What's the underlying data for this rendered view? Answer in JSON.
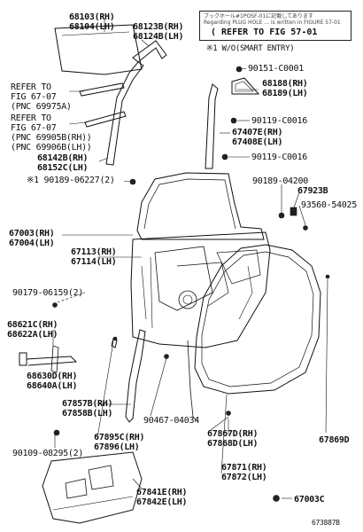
{
  "note": {
    "jp_line1": "ブックホール#1POSF-01に記載してあります",
    "jp_line2": "Regarding PLUG HOLE ... is written in FIGURE 57-01",
    "refer": "( REFER TO FIG 57-01",
    "wo_note": "※1 W/O(SMART ENTRY)"
  },
  "labels": {
    "p68103": "68103(RH)",
    "p68104": "68104(LH)",
    "p68123": "68123B(RH)",
    "p68124": "68124B(LH)",
    "refer1a": "REFER TO",
    "refer1b": "FIG 67-07",
    "refer1c": "(PNC 69975A)",
    "refer2a": "REFER TO",
    "refer2b": "FIG 67-07",
    "refer2c": "(PNC 69905B(RH))",
    "refer2d": "(PNC 69906B(LH))",
    "p68142": "68142B(RH)",
    "p68152": "68152C(LH)",
    "p90189_06227": "※1 90189-06227(2)",
    "p90151": "90151-C0001",
    "p68188": "68188(RH)",
    "p68189": "68189(LH)",
    "p90119_a": "90119-C0016",
    "p67407": "67407E(RH)",
    "p67408": "67408E(LH)",
    "p90119_b": "90119-C0016",
    "p90189_04200": "90189-04200",
    "p67923": "67923B",
    "p93560": "93560-54025",
    "p67003": "67003(RH)",
    "p67004": "67004(LH)",
    "p67113": "67113(RH)",
    "p67114": "67114(LH)",
    "p90179": "90179-06159(2)",
    "p68621": "68621C(RH)",
    "p68622": "68622A(LH)",
    "p68630": "68630D(RH)",
    "p68640": "68640A(LH)",
    "p67857": "67857B(RH)",
    "p67858": "67858B(LH)",
    "p90467": "90467-04034",
    "p67867": "67867D(RH)",
    "p67868": "67868D(LH)",
    "p67895": "67895C(RH)",
    "p67896": "67896(LH)",
    "p67869": "67869D",
    "p90109": "90109-08295(2)",
    "p67871": "67871(RH)",
    "p67872": "67872(LH)",
    "p67841": "67841E(RH)",
    "p67842": "67842E(LH)",
    "p67003c": "67003C",
    "figure_id": "673887B"
  }
}
